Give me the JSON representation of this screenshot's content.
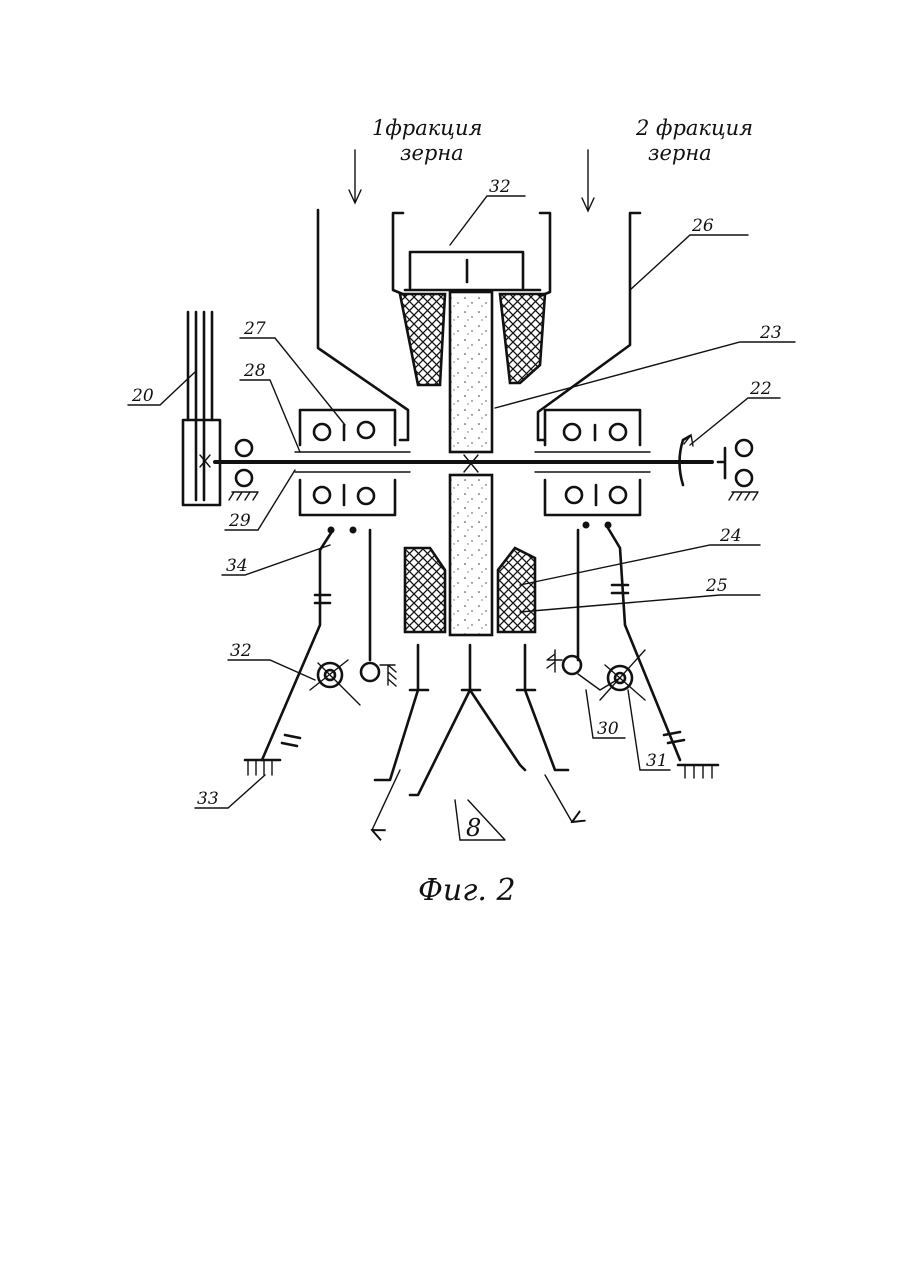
{
  "inlet_left": {
    "line1": "1фракция",
    "line2": "зерна"
  },
  "inlet_right": {
    "line1": "2 фракция",
    "line2": "зерна"
  },
  "caption": "Фиг. 2",
  "labels": {
    "l20": "20",
    "l22": "22",
    "l23": "23",
    "l24": "24",
    "l25": "25",
    "l26": "26",
    "l27": "27",
    "l28": "28",
    "l29": "29",
    "l30": "30",
    "l31": "31",
    "l32_top": "32",
    "l32_left": "32",
    "l33": "33",
    "l34": "34",
    "l8": "8"
  },
  "icons": {
    "arrow": "arrow-down-icon",
    "bearing": "bearing-icon",
    "ground": "ground-hatch-icon"
  }
}
